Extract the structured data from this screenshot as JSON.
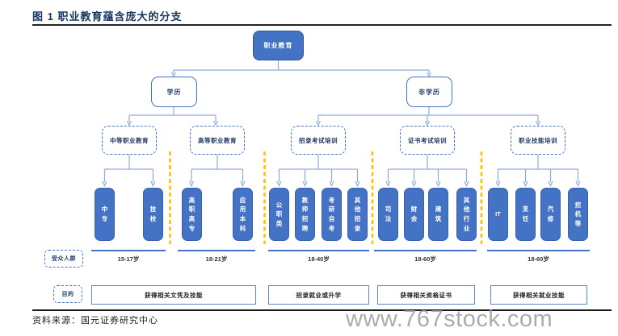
{
  "title": "图 1 职业教育蕴含庞大的分支",
  "source": "资料来源：国元证券研究中心",
  "watermark": "www.767stock.com",
  "colors": {
    "node_blue": "#4472C4",
    "connector_blue": "#8FAADC",
    "separator_yellow": "#FFC000",
    "title_navy": "#17365D",
    "watermark_gray": "#9E9E9E"
  },
  "row_labels": {
    "audience": "受众人群",
    "purpose": "目的"
  },
  "tree": {
    "root": "职业教育",
    "branches": [
      {
        "label": "学历"
      },
      {
        "label": "非学历"
      }
    ],
    "groups": [
      {
        "category": "中等职业教育",
        "items": [
          "中专",
          "技校"
        ],
        "audience": "15-17岁"
      },
      {
        "category": "高等职业教育",
        "items": [
          "高职高专",
          "应用本科"
        ],
        "audience": "18-21岁"
      },
      {
        "category": "招录考试培训",
        "items": [
          "公职类",
          "教师招聘",
          "考研自考",
          "其他招录"
        ],
        "audience": "18-40岁"
      },
      {
        "category": "证书考试培训",
        "items": [
          "司法",
          "财会",
          "建筑",
          "其他行业"
        ],
        "audience": "18-60岁"
      },
      {
        "category": "职业技能培训",
        "items": [
          "IT",
          "烹饪",
          "汽修",
          "挖机等"
        ],
        "audience": "18-60岁"
      }
    ],
    "purposes": [
      "获得相关文凭及技能",
      "招录就业或升学",
      "获得相关资格证书",
      "获得相关就业技能"
    ]
  }
}
